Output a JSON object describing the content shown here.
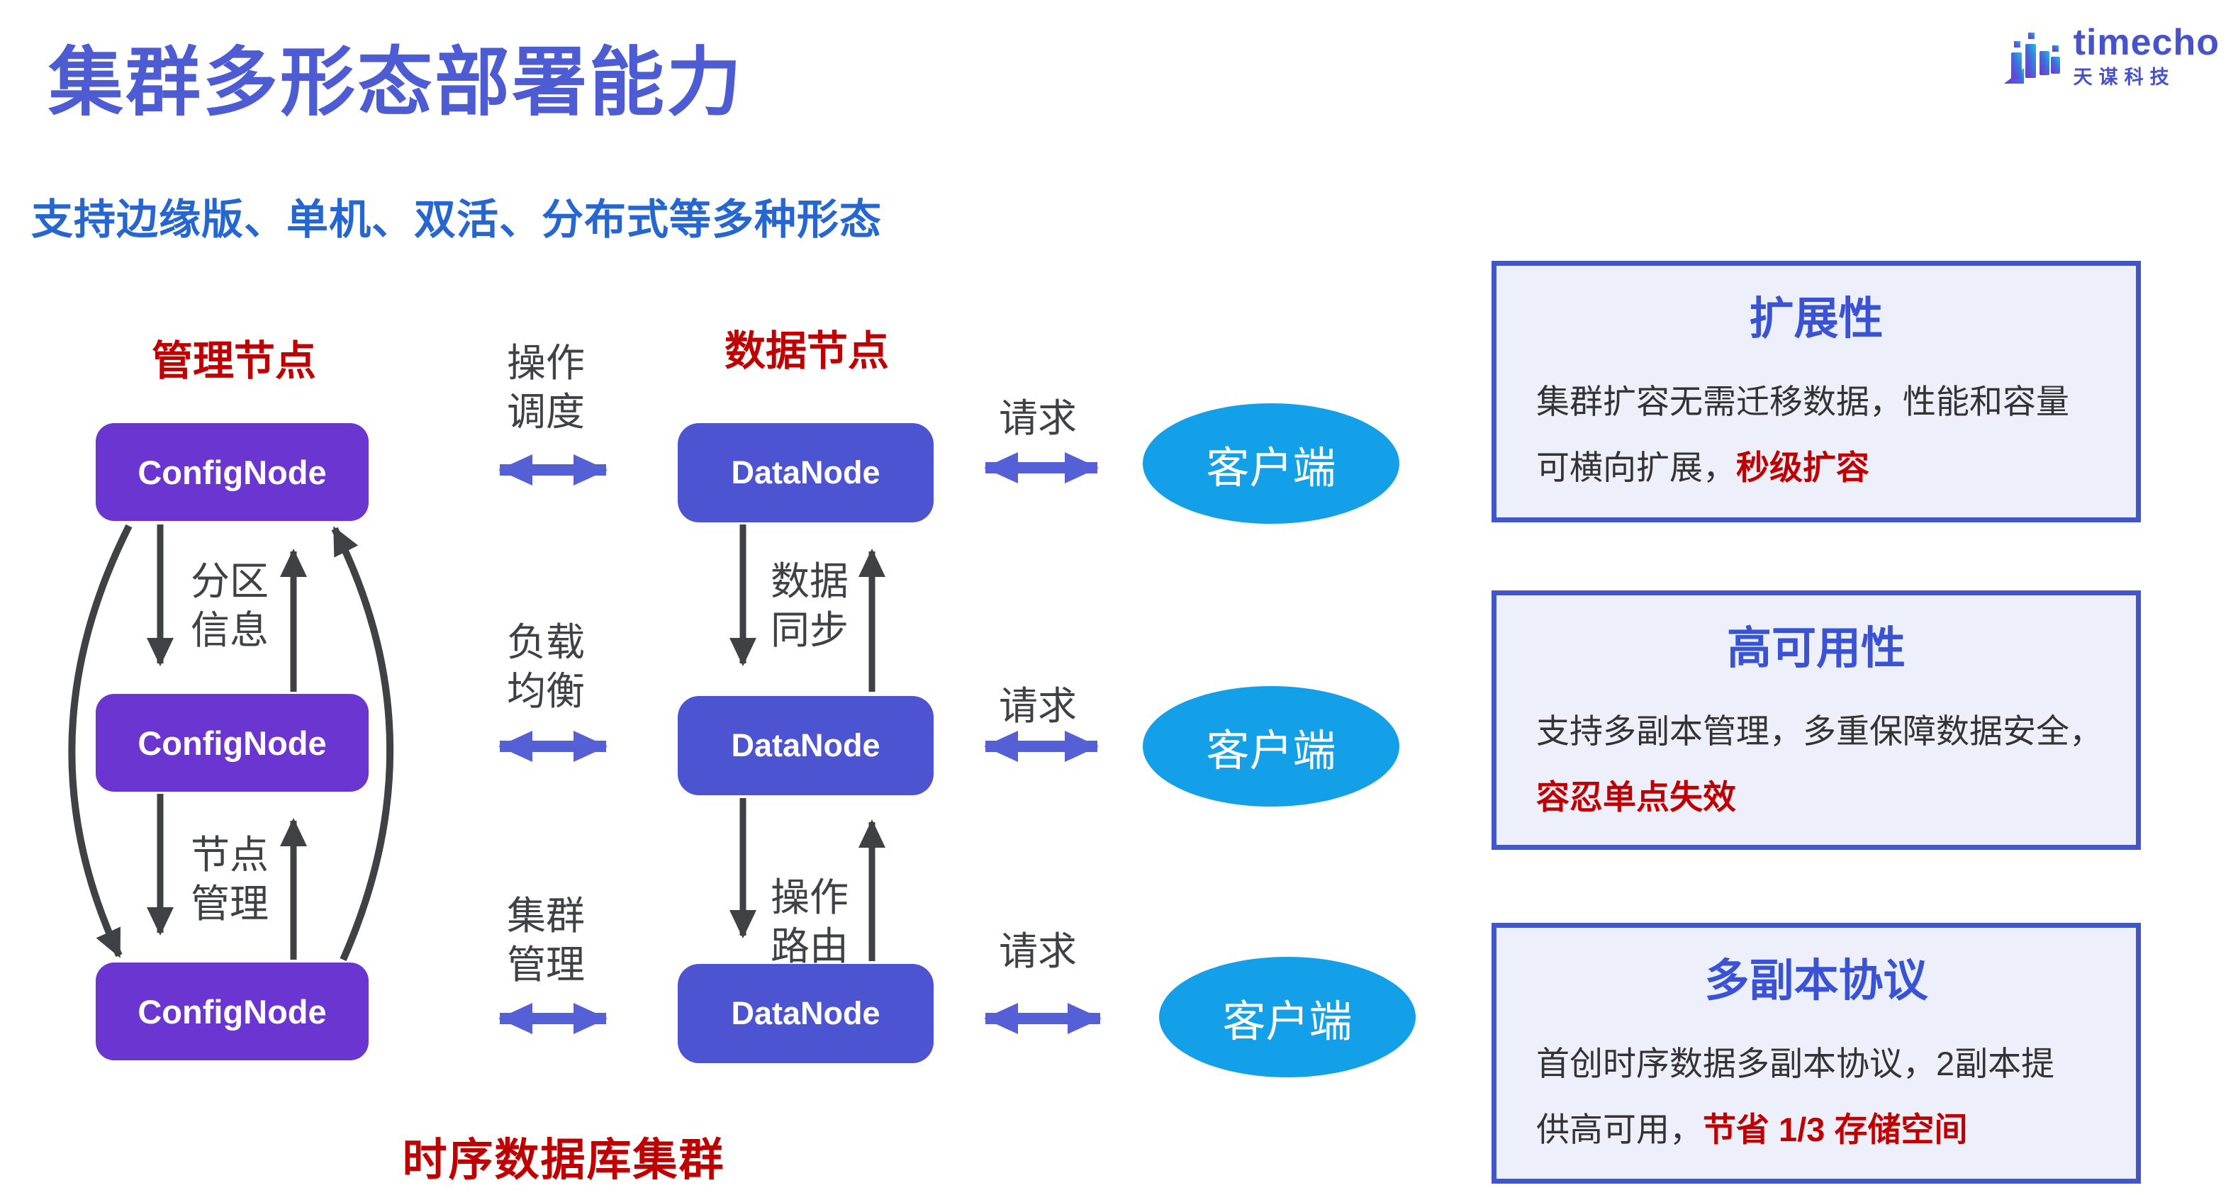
{
  "header": {
    "title": "集群多形态部署能力",
    "subtitle": "支持边缘版、单机、双活、分布式等多种形态"
  },
  "logo": {
    "brand": "timecho",
    "company": "天谋科技"
  },
  "diagram": {
    "management_label": "管理节点",
    "data_label": "数据节点",
    "cluster_caption": "时序数据库集群",
    "request_label": "请求",
    "config_nodes": [
      "ConfigNode",
      "ConfigNode",
      "ConfigNode"
    ],
    "data_nodes": [
      "DataNode",
      "DataNode",
      "DataNode"
    ],
    "clients": [
      "客户端",
      "客户端",
      "客户端"
    ],
    "h_labels": [
      {
        "line1": "操作",
        "line2": "调度"
      },
      {
        "line1": "负载",
        "line2": "均衡"
      },
      {
        "line1": "集群",
        "line2": "管理"
      }
    ],
    "config_links": [
      {
        "line1": "分区",
        "line2": "信息"
      },
      {
        "line1": "节点",
        "line2": "管理"
      }
    ],
    "data_links": [
      {
        "line1": "数据",
        "line2": "同步"
      },
      {
        "line1": "操作",
        "line2": "路由"
      }
    ]
  },
  "panels": [
    {
      "title": "扩展性",
      "line1": "集群扩容无需迁移数据，性能和容量",
      "line2_normal": "可横向扩展，",
      "line2_red": "秒级扩容"
    },
    {
      "title": "高可用性",
      "line1": "支持多副本管理，多重保障数据安全，",
      "line2_normal": "",
      "line2_red": "容忍单点失效"
    },
    {
      "title": "多副本协议",
      "line1": "首创时序数据多副本协议，2副本提",
      "line2_normal": "供高可用，",
      "line2_red": "节省 1/3 存储空间"
    }
  ],
  "colors": {
    "title": "#4e5cd3",
    "subtitle": "#2566d0",
    "config_node": "#6a35d0",
    "data_node": "#4d54d1",
    "client": "#14a0e8",
    "blue_arrow": "#5560d6",
    "dark_arrow": "#3f4145",
    "red_accent": "#c00000",
    "panel_border": "#4355cb",
    "panel_bg": "#edf0fa"
  }
}
